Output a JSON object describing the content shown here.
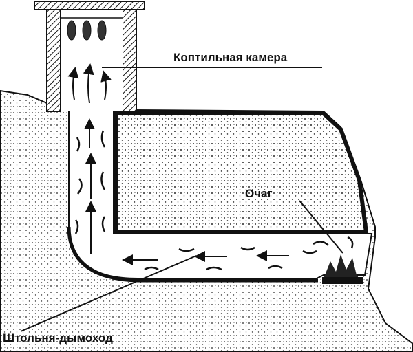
{
  "diagram": {
    "labels": {
      "chamber": "Коптильная камера",
      "hearth": "Очаг",
      "tunnel": "Штольня-дымоход"
    },
    "colors": {
      "ink": "#111111",
      "background": "#ffffff"
    }
  }
}
